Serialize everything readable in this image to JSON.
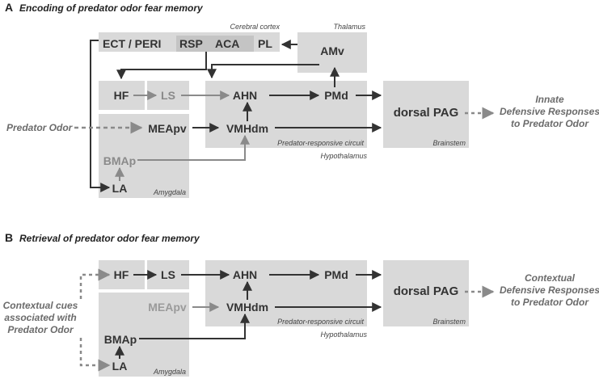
{
  "colors": {
    "box": "#d9d9d9",
    "box_dark": "#c4c4c4",
    "dark": "#333333",
    "gray": "#8a8a8a",
    "dashed": "#8a8a8a",
    "label_gray": "#6b6b6b"
  },
  "panel_a": {
    "letter": "A",
    "title": "Encoding of predator odor fear memory",
    "regions": {
      "cerebral_cortex": "Cerebral cortex",
      "thalamus": "Thalamus",
      "amygdala": "Amygdala",
      "hypothalamus": "Hypothalamus",
      "predator_circuit": "Predator-responsive circuit",
      "brainstem": "Brainstem"
    },
    "nodes": {
      "ect_peri": "ECT / PERI",
      "rsp": "RSP",
      "aca": "ACA",
      "pl": "PL",
      "amv": "AMv",
      "hf": "HF",
      "ls": "LS",
      "ahn": "AHN",
      "pmd": "PMd",
      "meapv": "MEApv",
      "vmhdm": "VMHdm",
      "bmap": "BMAp",
      "la": "LA",
      "dorsal_pag": "dorsal PAG"
    },
    "input": "Predator Odor",
    "output": [
      "Innate",
      "Defensive Responses",
      "to Predator Odor"
    ]
  },
  "panel_b": {
    "letter": "B",
    "title": "Retrieval of predator odor fear memory",
    "regions": {
      "amygdala": "Amygdala",
      "hypothalamus": "Hypothalamus",
      "predator_circuit": "Predator-responsive circuit",
      "brainstem": "Brainstem"
    },
    "nodes": {
      "hf": "HF",
      "ls": "LS",
      "ahn": "AHN",
      "pmd": "PMd",
      "meapv": "MEApv",
      "vmhdm": "VMHdm",
      "bmap": "BMAp",
      "la": "LA",
      "dorsal_pag": "dorsal PAG"
    },
    "input": [
      "Contextual cues",
      "associated with",
      "Predator Odor"
    ],
    "output": [
      "Contextual",
      "Defensive Responses",
      "to Predator Odor"
    ]
  }
}
